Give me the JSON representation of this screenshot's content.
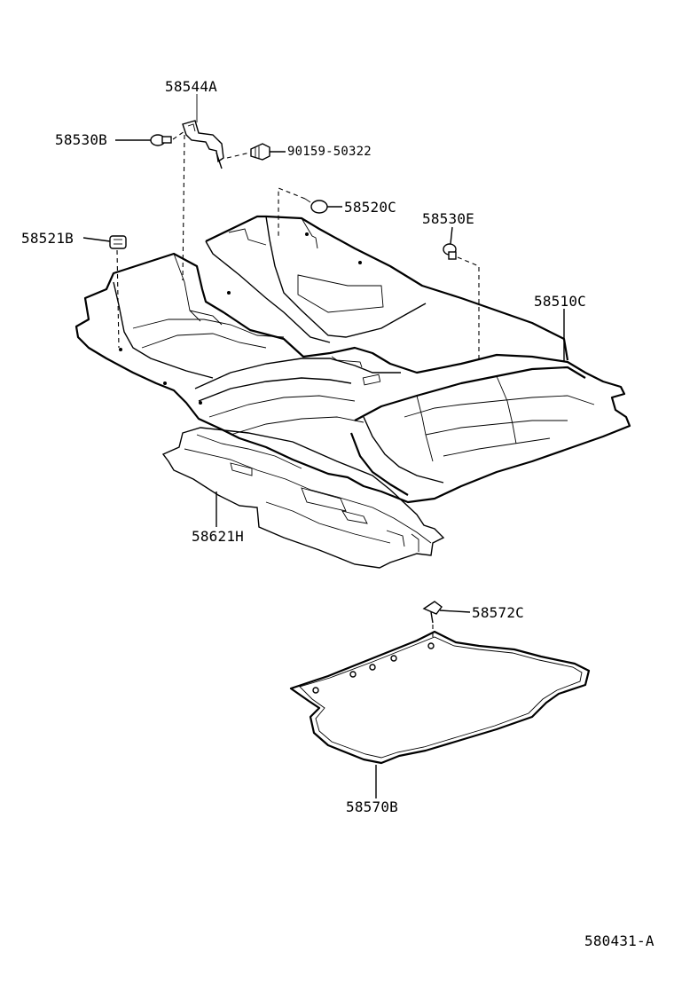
{
  "diagram_ref": "580431-A",
  "parts": [
    {
      "code": "58544A"
    },
    {
      "code": "58530B"
    },
    {
      "code": "90159-50322"
    },
    {
      "code": "58520C"
    },
    {
      "code": "58521B"
    },
    {
      "code": "58530E"
    },
    {
      "code": "58510C"
    },
    {
      "code": "58621H"
    },
    {
      "code": "58572C"
    },
    {
      "code": "58570B"
    }
  ]
}
